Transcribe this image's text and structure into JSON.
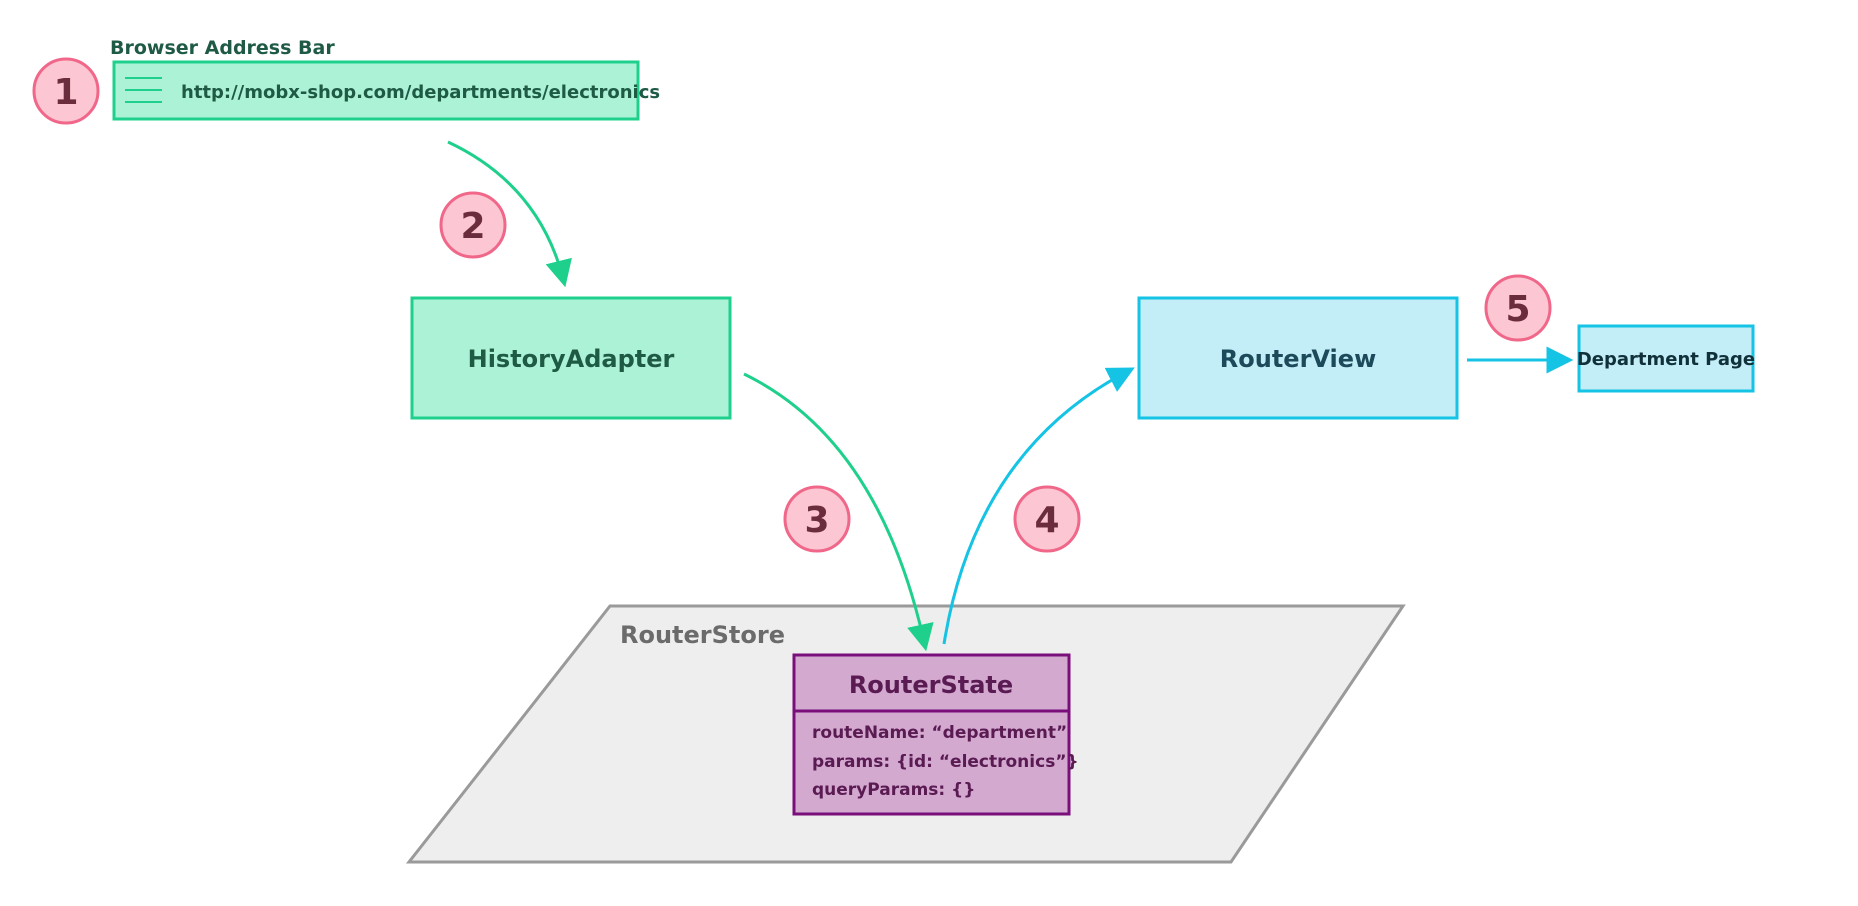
{
  "address_bar": {
    "title": "Browser Address Bar",
    "url": "http://mobx-shop.com/departments/electronics"
  },
  "nodes": {
    "history_adapter": "HistoryAdapter",
    "router_view": "RouterView",
    "department_page": "Department Page",
    "router_store": "RouterStore",
    "router_state": {
      "title": "RouterState",
      "route_name": "routeName: “department”",
      "params": "params: {id: “electronics”}",
      "query_params": "queryParams: {}"
    }
  },
  "steps": [
    "1",
    "2",
    "3",
    "4",
    "5"
  ],
  "colors": {
    "green_stroke": "#1fd08c",
    "green_fill": "#acf2d6",
    "green_text": "#1e5a44",
    "blue_stroke": "#15c3e4",
    "blue_fill": "#c3edf7",
    "blue_text": "#1d4a5a",
    "pink_stroke": "#f0678a",
    "pink_fill": "#fcc7d2",
    "pink_text": "#6b2d3d",
    "purple_stroke": "#7a0f7c",
    "purple_fill": "#d3a9d0",
    "purple_text": "#5a1a52",
    "gray_stroke": "#9a9a9a",
    "gray_fill": "#eeeeee",
    "gray_text": "#6b6b6b"
  }
}
